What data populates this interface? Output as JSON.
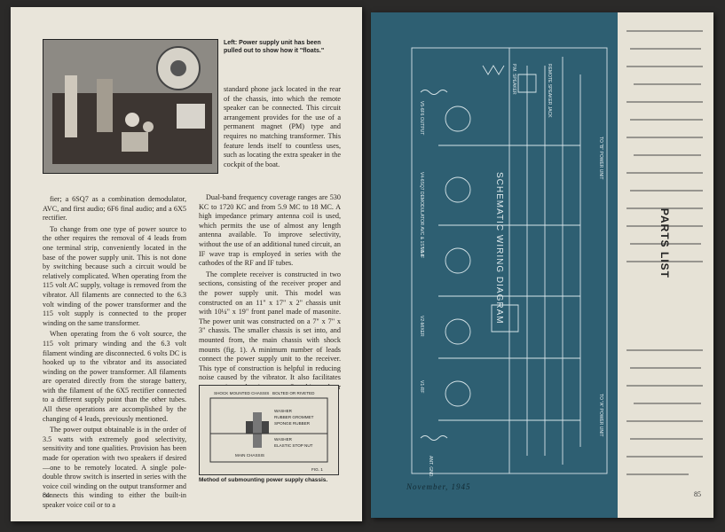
{
  "left_page": {
    "photo_caption": "Left: Power supply unit has been pulled out to show how it \"floats.\"",
    "column_right_top": "standard phone jack located in the rear of the chassis, into which the remote speaker can be connected. This circuit arrangement provides for the use of a permanent magnet (PM) type and requires no matching transformer. This feature lends itself to countless uses, such as locating the extra speaker in the cockpit of the boat.",
    "column_left_paragraphs": [
      "fier; a 6SQ7 as a combination demodulator, AVC, and first audio; 6F6 final audio; and a 6X5 rectifier.",
      "To change from one type of power source to the other requires the removal of 4 leads from one terminal strip, conveniently located in the base of the power supply unit. This is not done by switching because such a circuit would be relatively complicated. When operating from the 115 volt AC supply, voltage is removed from the vibrator. All filaments are connected to the 6.3 volt winding of the power transformer and the 115 volt supply is connected to the proper winding on the same transformer.",
      "When operating from the 6 volt source, the 115 volt primary winding and the 6.3 volt filament winding are disconnected. 6 volts DC is hooked up to the vibrator and its associated winding on the power transformer. All filaments are operated directly from the storage battery, with the filament of the 6X5 rectifier connected to a different supply point than the other tubes. All these operations are accomplished by the changing of 4 leads, previously mentioned.",
      "The power output obtainable is in the order of 3.5 watts with extremely good selectivity, sensitivity and tone qualities. Provision has been made for operation with two speakers if desired—one to be remotely located. A single pole-double throw switch is inserted in series with the voice coil winding on the output transformer and connects this winding to either the built-in speaker voice coil or to a"
    ],
    "column_right_paragraphs": [
      "Dual-band frequency coverage ranges are 530 KC to 1720 KC and from 5.9 MC to 18 MC. A high impedance primary antenna coil is used, which permits the use of almost any length antenna available. To improve selectivity, without the use of an additional tuned circuit, an IF wave trap is employed in series with the cathodes of the RF and IF tubes.",
      "The complete receiver is constructed in two sections, consisting of the receiver proper and the power supply unit. This model was constructed on an 11\" x 17\" x 2\" chassis unit with 10¼\" x 19\" front panel made of masonite. The power unit was constructed on a 7\" x 7\" x 3\" chassis. The smaller chassis is set into, and mounted from, the main chassis with shock mounts (fig. 1). A minimum number of leads connect the power supply unit to the receiver. This type of construction is helpful in reducing noise caused by the vibrator. It also facilitates construction and maintenance. One thing to bear in"
    ],
    "figure": {
      "labels": [
        "SHOCK MOUNTED CHASSIS",
        "BOLTED OR RIVETED",
        "WASHER",
        "RUBBER GROMMET",
        "SPONGE RUBBER",
        "WASHER",
        "ELASTIC STOP NUT",
        "MAIN CHASSIS",
        "FIG. 1"
      ],
      "caption": "Method of submounting power supply chassis."
    },
    "page_number": "84"
  },
  "right_page": {
    "schematic_title": "SCHEMATIC WIRING DIAGRAM",
    "tube_labels": [
      "V5-6F6 OUTPUT",
      "V4-6SQ7 DEMODULATOR AVC & 1ST A.F.",
      "V3-IF",
      "V2-MIXER",
      "V1-RF"
    ],
    "misc_labels": [
      "TO \"B\" POWER UNIT",
      "TO \"A\" POWER UNIT",
      "REMOTE SPEAKER JACK",
      "P.M. SPEAKER",
      "ANT. GND."
    ],
    "month": "November, 1945",
    "parts_list_title": "PARTS LIST",
    "page_number": "85"
  },
  "colors": {
    "page_paper": "#e9e5da",
    "blueprint": "#2e5f72",
    "ink": "#2a2520"
  }
}
